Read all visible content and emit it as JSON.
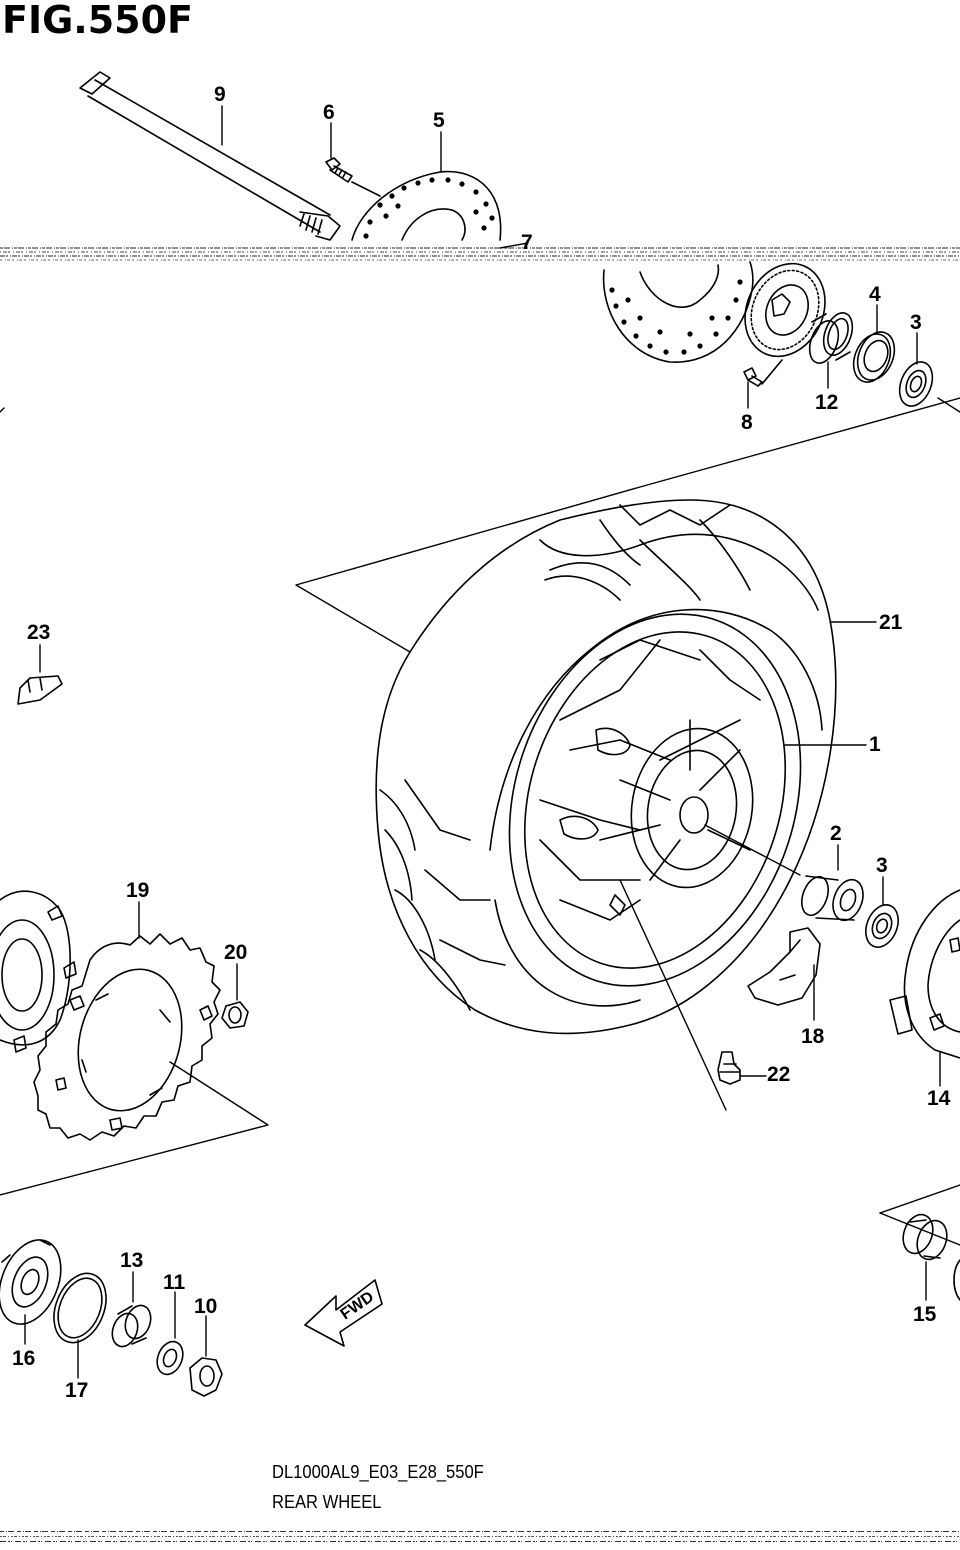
{
  "figure": {
    "title": "FIG.550F",
    "caption_code": "DL1000AL9_E03_E28_550F",
    "caption_name": "REAR WHEEL",
    "fwd_label": "FWD"
  },
  "parts": [
    {
      "id": "p9",
      "number": "9"
    },
    {
      "id": "p6",
      "number": "6"
    },
    {
      "id": "p5",
      "number": "5"
    },
    {
      "id": "p7",
      "number": "7"
    },
    {
      "id": "p4",
      "number": "4"
    },
    {
      "id": "p3a",
      "number": "3"
    },
    {
      "id": "p12",
      "number": "12"
    },
    {
      "id": "p8",
      "number": "8"
    },
    {
      "id": "p21",
      "number": "21"
    },
    {
      "id": "p1",
      "number": "1"
    },
    {
      "id": "p23",
      "number": "23"
    },
    {
      "id": "p2",
      "number": "2"
    },
    {
      "id": "p3b",
      "number": "3"
    },
    {
      "id": "p19",
      "number": "19"
    },
    {
      "id": "p20",
      "number": "20"
    },
    {
      "id": "p18",
      "number": "18"
    },
    {
      "id": "p22",
      "number": "22"
    },
    {
      "id": "p14",
      "number": "14"
    },
    {
      "id": "p13",
      "number": "13"
    },
    {
      "id": "p11",
      "number": "11"
    },
    {
      "id": "p10",
      "number": "10"
    },
    {
      "id": "p16",
      "number": "16"
    },
    {
      "id": "p17",
      "number": "17"
    },
    {
      "id": "p15",
      "number": "15"
    }
  ]
}
